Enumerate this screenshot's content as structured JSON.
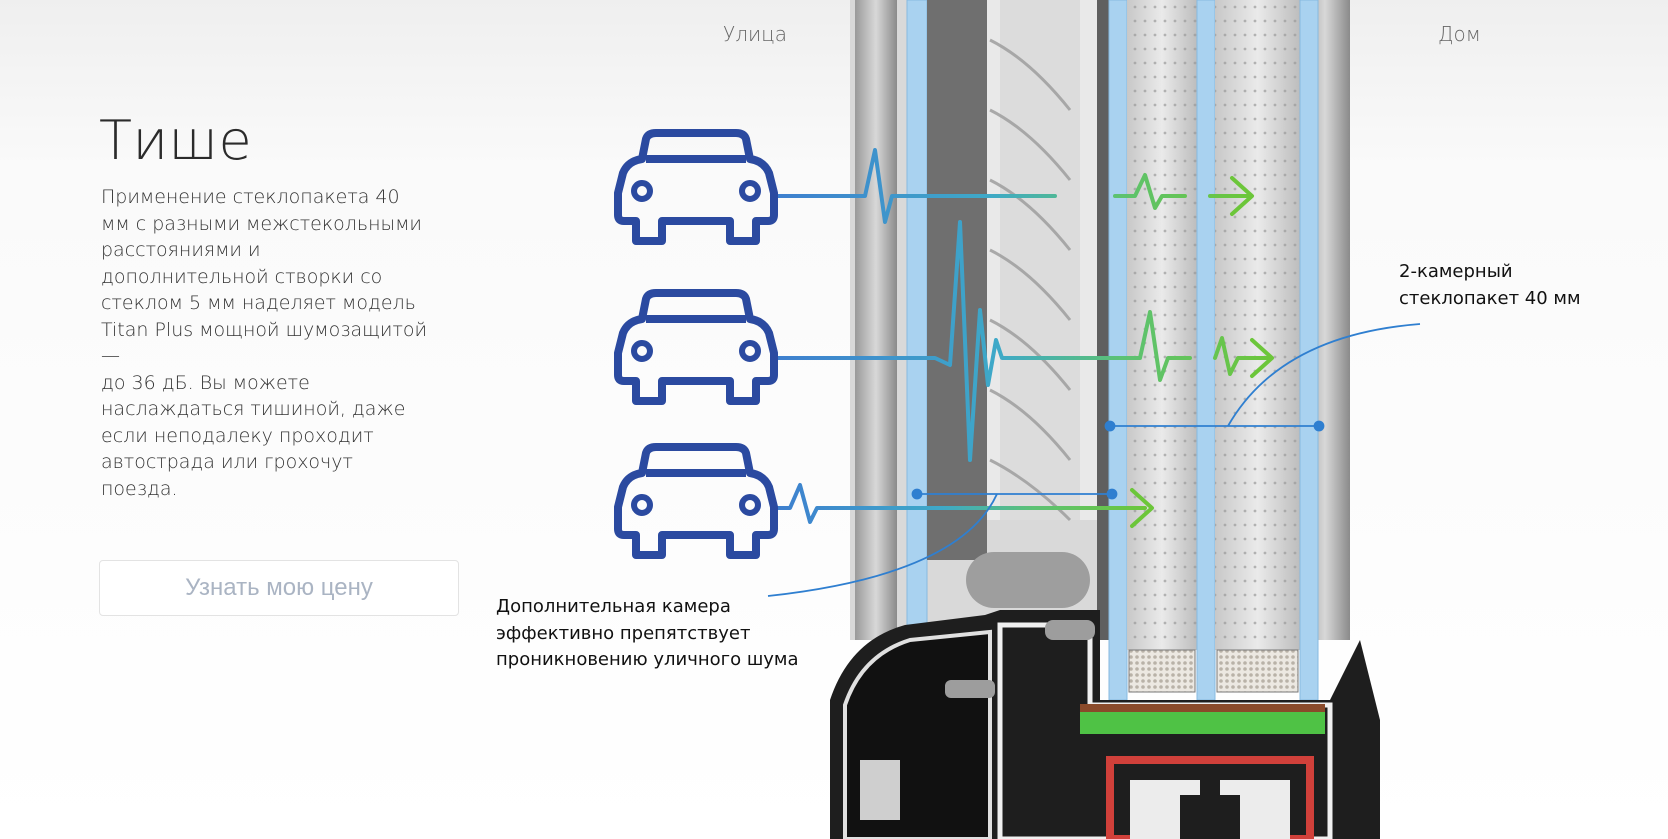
{
  "heading": {
    "title": "Тише"
  },
  "description": {
    "lines": [
      "Применение стеклопакета 40",
      "мм с разными межстекольными",
      "расстояниями и",
      "дополнительной створки со",
      "стеклом 5 мм наделяет модель",
      "Titan Plus мощной шумозащитой",
      "—",
      "до 36 дБ. Вы можете",
      "наслаждаться тишиной, даже",
      "если неподалеку проходит",
      "автострада или грохочут",
      "поезда."
    ]
  },
  "cta": {
    "price_label": "Узнать мою цену"
  },
  "diagram": {
    "street_label": "Улица",
    "home_label": "Дом",
    "callout_chamber": [
      "Дополнительная камера",
      "эффективно препятствует",
      "проникновению уличного шума"
    ],
    "callout_glass": [
      "2-камерный",
      "стеклопакет 40 мм"
    ],
    "icons": [
      "car-icon",
      "car-icon",
      "car-icon"
    ]
  },
  "colors": {
    "car_blue": "#2b4aa0",
    "wave_blue": "#2f7fd0",
    "wave_green": "#5fc23a",
    "glass_blue": "#a9d2f0",
    "frame_black": "#1a1a1a",
    "seal_green": "#4fc245",
    "reinforce_red": "#d0403a",
    "button_text": "#aab4c3"
  }
}
